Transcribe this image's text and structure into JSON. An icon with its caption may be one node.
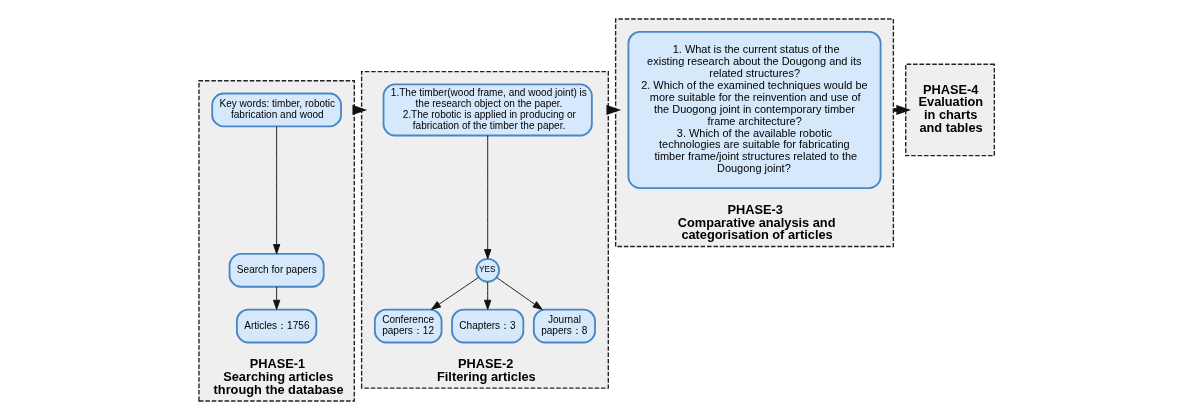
{
  "diagram": {
    "nodes": [
      {
        "text": [
          "PHASE-1",
          "Searching articles through the database"
        ]
      },
      {
        "text": [
          "Key words: timber, robotic fabrication and wood"
        ],
        "in": 0
      },
      {
        "text": [
          "Search for papers"
        ],
        "in": 0
      },
      {
        "text": [
          "Articles：1756"
        ],
        "in": 0
      },
      {
        "text": [
          "PHASE-2",
          "Filtering articles"
        ]
      },
      {
        "text": [
          "1.The timber(wood frame, and wood joint) is the research object on the paper.",
          "2.The robotic is applied in producing or fabrication of the timber the paper."
        ],
        "in": 4
      },
      {
        "text": [
          "YES"
        ],
        "in": 4
      },
      {
        "text": [
          "Conference papers：12"
        ],
        "in": 4
      },
      {
        "text": [
          "Chapters：3"
        ],
        "in": 4
      },
      {
        "text": [
          "Journal papers：8"
        ],
        "in": 4
      },
      {
        "text": [
          "PHASE-3",
          "Comparative analysis and categorisation of articles"
        ]
      },
      {
        "text": [
          "1. What is the current status of the existing research about the Dougong and its related structures?",
          "2. Which of the examined techniques would be more suitable for the reinvention and use of the Duogong joint in contemporary timber frame architecture?",
          "3. Which of the available robotic technologies are suitable for fabricating timber frame/joint structures related to the Dougong joint?"
        ],
        "in": 10
      },
      {
        "text": [
          "PHASE-4",
          "Evaluation in charts and tables"
        ]
      }
    ],
    "edges": [
      {
        "from": 1,
        "to": 2,
        "arrow": "to"
      },
      {
        "from": 2,
        "to": 3,
        "arrow": "to"
      },
      {
        "from": 5,
        "to": 6,
        "arrow": "to"
      },
      {
        "from": 6,
        "to": 7,
        "arrow": "to"
      },
      {
        "from": 6,
        "to": 8,
        "arrow": "to"
      },
      {
        "from": 6,
        "to": 9,
        "arrow": "to"
      },
      {
        "from": 0,
        "to": 4,
        "arrow": "to",
        "style": "thick"
      },
      {
        "from": 4,
        "to": 10,
        "arrow": "to",
        "style": "thick"
      },
      {
        "from": 10,
        "to": 12,
        "arrow": "to",
        "style": "thick"
      }
    ]
  }
}
